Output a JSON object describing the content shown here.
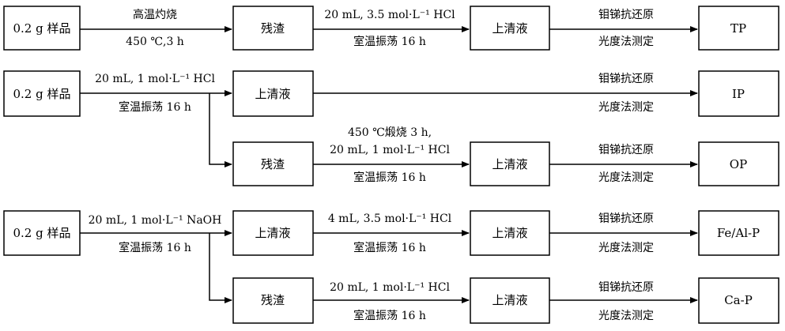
{
  "nodes": {
    "r1_sample": "0.2 g 样品",
    "r1_residue": "残渣",
    "r1_super": "上清液",
    "r1_result": "TP",
    "r2_sample": "0.2 g 样品",
    "r2_super": "上清液",
    "r2_result": "IP",
    "r3_residue": "残渣",
    "r3_super": "上清液",
    "r3_result": "OP",
    "r4_sample": "0.2 g 样品",
    "r4_super": "上清液",
    "r4_super2": "上清液",
    "r4_result": "Fe/Al-P",
    "r5_residue": "残渣",
    "r5_super": "上清液",
    "r5_result": "Ca-P"
  },
  "labels": {
    "ashing": "高温灼烧",
    "ashing_temp": "450 ℃,3 h",
    "hcl_35_20": "20 mL, 3.5 mol·L⁻¹ HCl",
    "hcl_1_20": "20 mL, 1 mol·L⁻¹ HCl",
    "naoh_1_20": "20 mL, 1 mol·L⁻¹ NaOH",
    "hcl_35_4": "4 mL, 3.5 mol·L⁻¹ HCl",
    "calcine": "450 ℃煅烧 3 h,",
    "shake": "室温振荡 16 h",
    "method_1": "钼锑抗还原",
    "method_2": "光度法测定"
  }
}
